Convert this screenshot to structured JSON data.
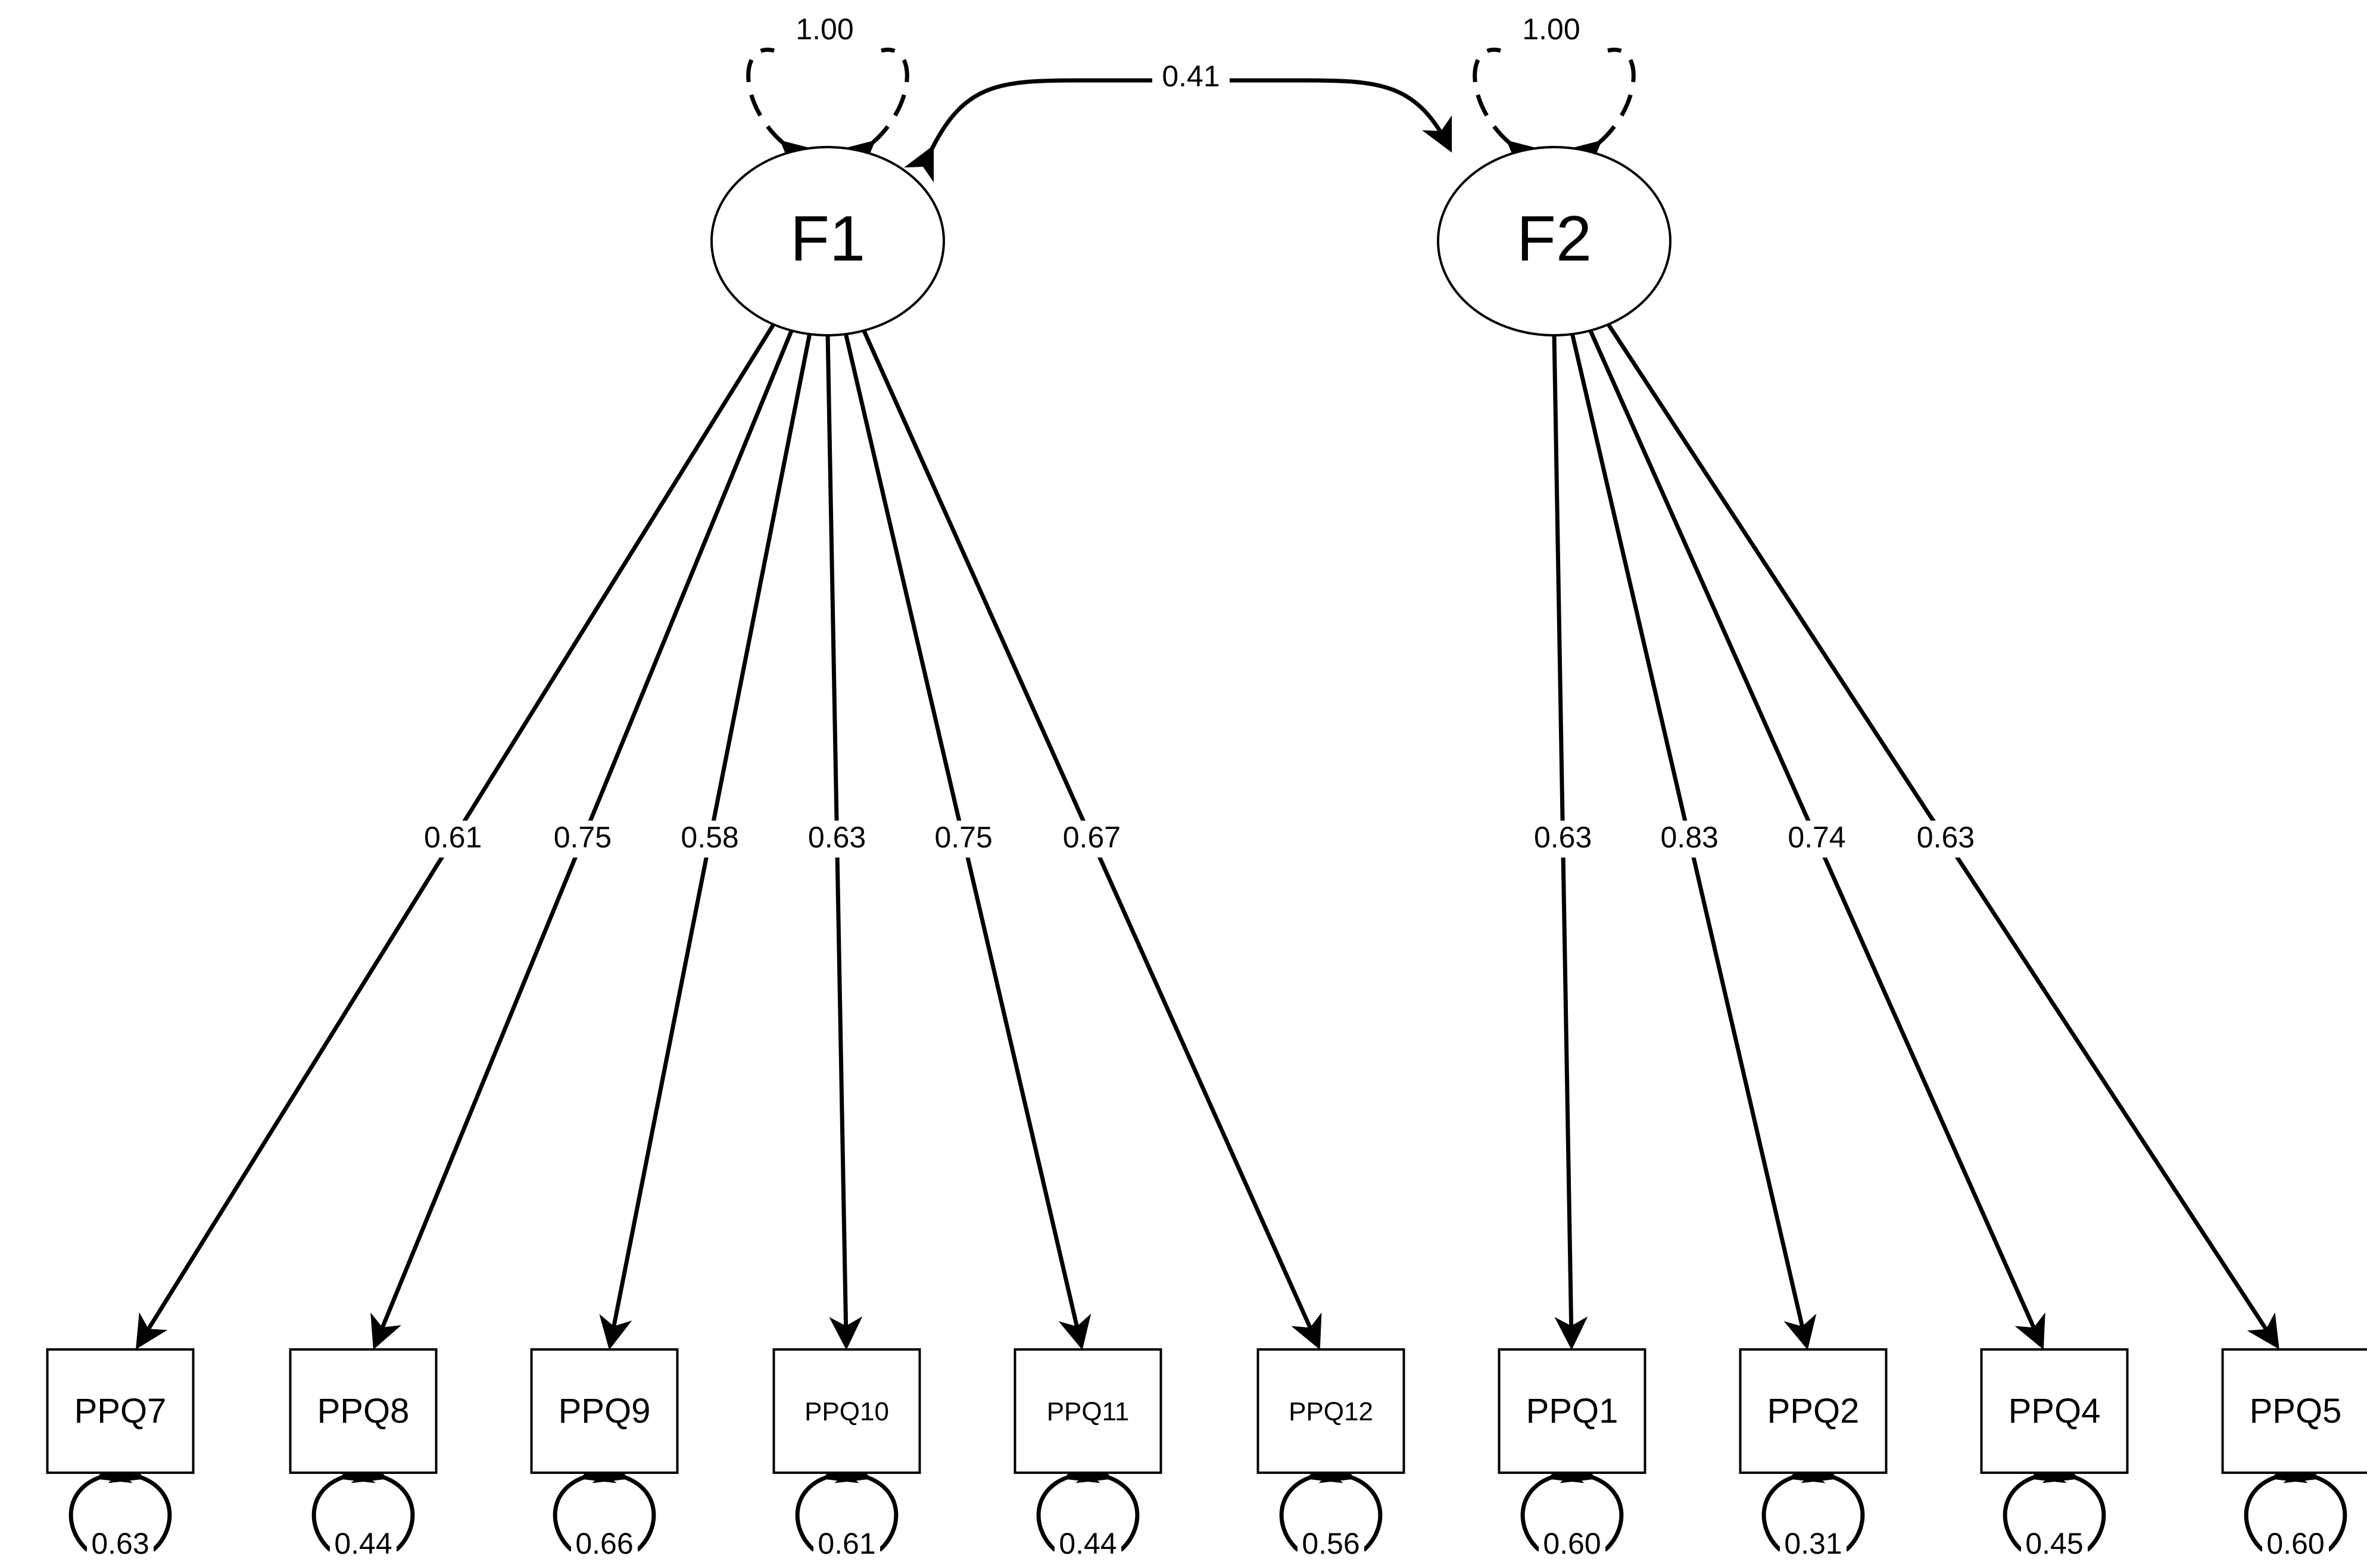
{
  "latents": [
    {
      "id": "F1",
      "label": "F1",
      "variance": "1.00"
    },
    {
      "id": "F2",
      "label": "F2",
      "variance": "1.00"
    }
  ],
  "covariance": {
    "from": "F1",
    "to": "F2",
    "value": "0.41"
  },
  "indicators": [
    {
      "id": "PPQ7",
      "label": "PPQ7",
      "factor": "F1",
      "loading": "0.61",
      "residual": "0.63"
    },
    {
      "id": "PPQ8",
      "label": "PPQ8",
      "factor": "F1",
      "loading": "0.75",
      "residual": "0.44"
    },
    {
      "id": "PPQ9",
      "label": "PPQ9",
      "factor": "F1",
      "loading": "0.58",
      "residual": "0.66"
    },
    {
      "id": "PPQ10",
      "label": "PPQ10",
      "factor": "F1",
      "loading": "0.63",
      "residual": "0.61"
    },
    {
      "id": "PPQ11",
      "label": "PPQ11",
      "factor": "F1",
      "loading": "0.75",
      "residual": "0.44"
    },
    {
      "id": "PPQ12",
      "label": "PPQ12",
      "factor": "F1",
      "loading": "0.67",
      "residual": "0.56"
    },
    {
      "id": "PPQ1",
      "label": "PPQ1",
      "factor": "F2",
      "loading": "0.63",
      "residual": "0.60"
    },
    {
      "id": "PPQ2",
      "label": "PPQ2",
      "factor": "F2",
      "loading": "0.83",
      "residual": "0.31"
    },
    {
      "id": "PPQ4",
      "label": "PPQ4",
      "factor": "F2",
      "loading": "0.74",
      "residual": "0.45"
    },
    {
      "id": "PPQ5",
      "label": "PPQ5",
      "factor": "F2",
      "loading": "0.63",
      "residual": "0.60"
    }
  ]
}
